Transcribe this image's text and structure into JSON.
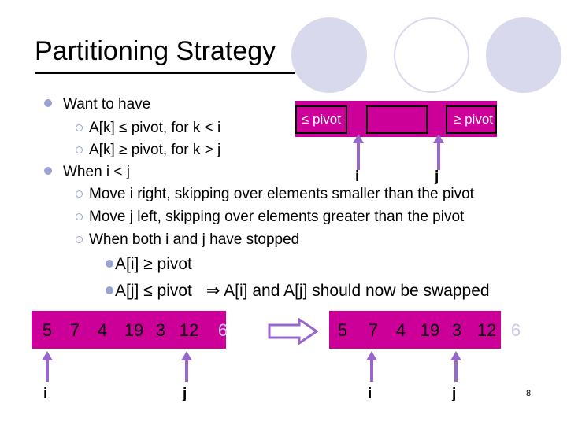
{
  "title": "Partitioning Strategy",
  "bullets": {
    "b1": "Want to have",
    "b1a": "A[k] ≤ pivot, for k < i",
    "b1b": "A[k] ≥ pivot, for k > j",
    "b2": "When i < j",
    "b2a": "Move i right, skipping over elements smaller than the pivot",
    "b2b": "Move j left, skipping over elements greater than the pivot",
    "b2c": "When both i and j have stopped",
    "b2c1": "A[i] ≥ pivot",
    "b2c2": "A[j] ≤ pivot",
    "b2c2_tail": "⇒ A[i] and A[j] should now be swapped"
  },
  "diagram": {
    "left_label": "≤ pivot",
    "right_label": "≥ pivot",
    "i_label": "i",
    "j_label": "j"
  },
  "array_before": [
    "5",
    "7",
    "4",
    "19",
    "3",
    "12",
    "6"
  ],
  "array_after": [
    "5",
    "7",
    "4",
    "19",
    "3",
    "12",
    "6"
  ],
  "before_i": "i",
  "before_j": "j",
  "after_i": "i",
  "after_j": "j",
  "slide_number": "8",
  "colors": {
    "accent": "#cc0099",
    "arrow": "#9966cc",
    "bullet": "#99a3d3",
    "circles": "#d9d9ee"
  }
}
